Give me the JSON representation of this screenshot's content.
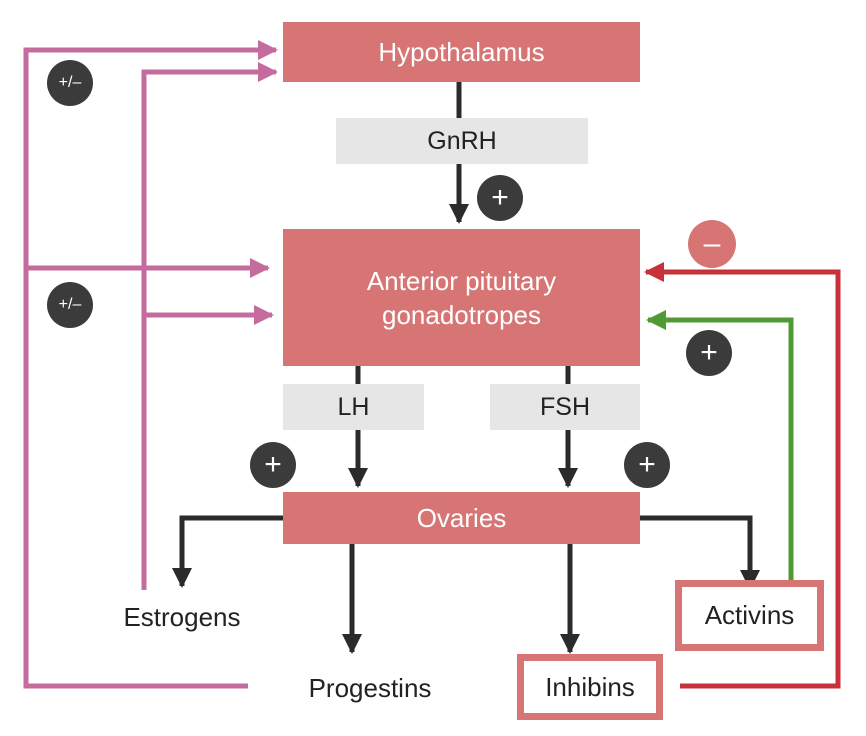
{
  "colors": {
    "organ": "#d77575",
    "hormone_label_bg": "#e6e6e6",
    "arrow_dark": "#2b2b2b",
    "feedback_mixed": "#c46c9e",
    "feedback_negative": "#c8303a",
    "feedback_positive": "#4f9a32",
    "badge_dark": "#3b3b3b"
  },
  "nodes": {
    "hypothalamus": "Hypothalamus",
    "pituitary_line1": "Anterior pituitary",
    "pituitary_line2": "gonadotropes",
    "ovaries": "Ovaries"
  },
  "hormones": {
    "gnrh": "GnRH",
    "lh": "LH",
    "fsh": "FSH"
  },
  "products": {
    "estrogens": "Estrogens",
    "progestins": "Progestins",
    "inhibins": "Inhibins",
    "activins": "Activins"
  },
  "badges": {
    "plus": "+",
    "minus": "–",
    "plus_minus": "+/–"
  }
}
